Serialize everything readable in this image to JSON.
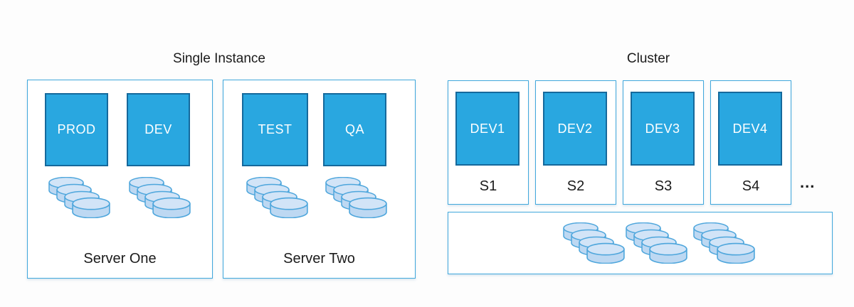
{
  "sections": {
    "single_instance": {
      "title": "Single Instance",
      "servers": [
        {
          "label": "Server One",
          "instances": [
            "PROD",
            "DEV"
          ],
          "storage_stacks": 2,
          "disks_per_stack": 4
        },
        {
          "label": "Server Two",
          "instances": [
            "TEST",
            "QA"
          ],
          "storage_stacks": 2,
          "disks_per_stack": 4
        }
      ]
    },
    "cluster": {
      "title": "Cluster",
      "nodes": [
        {
          "instance": "DEV1",
          "server": "S1"
        },
        {
          "instance": "DEV2",
          "server": "S2"
        },
        {
          "instance": "DEV3",
          "server": "S3"
        },
        {
          "instance": "DEV4",
          "server": "S4"
        }
      ],
      "more_nodes_ellipsis": "...",
      "shared_storage": {
        "stacks": 3,
        "disks_per_stack": 4
      }
    }
  },
  "colors": {
    "instance_fill": "#29A7E0",
    "instance_border": "#15699C",
    "box_border": "#41A8DC",
    "disk_fill": "#BDD8F2",
    "disk_top_fill": "#D2E4F7",
    "disk_stroke": "#4EA6DC",
    "text": "#1B1B1B",
    "instance_text": "#FFFFFF",
    "background": "#FDFDFD"
  }
}
